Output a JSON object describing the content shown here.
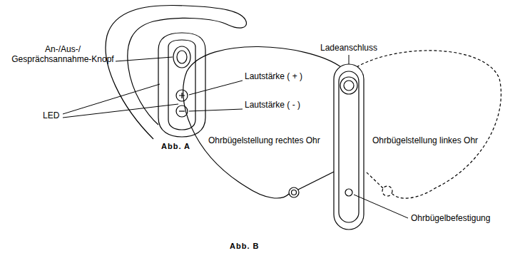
{
  "diagram": {
    "labels": [
      "An-/Aus-/ Gesprächsannahme-Knopf",
      "LED",
      "Lautstärke ( + )",
      "Lautstärke ( - )",
      "Abb. A",
      "Ladeanschluss",
      "Ohrbügelstellung rechtes Ohr",
      "Ohrbügelstellung linkes Ohr",
      "Ohrbügelbefestigung",
      "Abb. B"
    ]
  }
}
